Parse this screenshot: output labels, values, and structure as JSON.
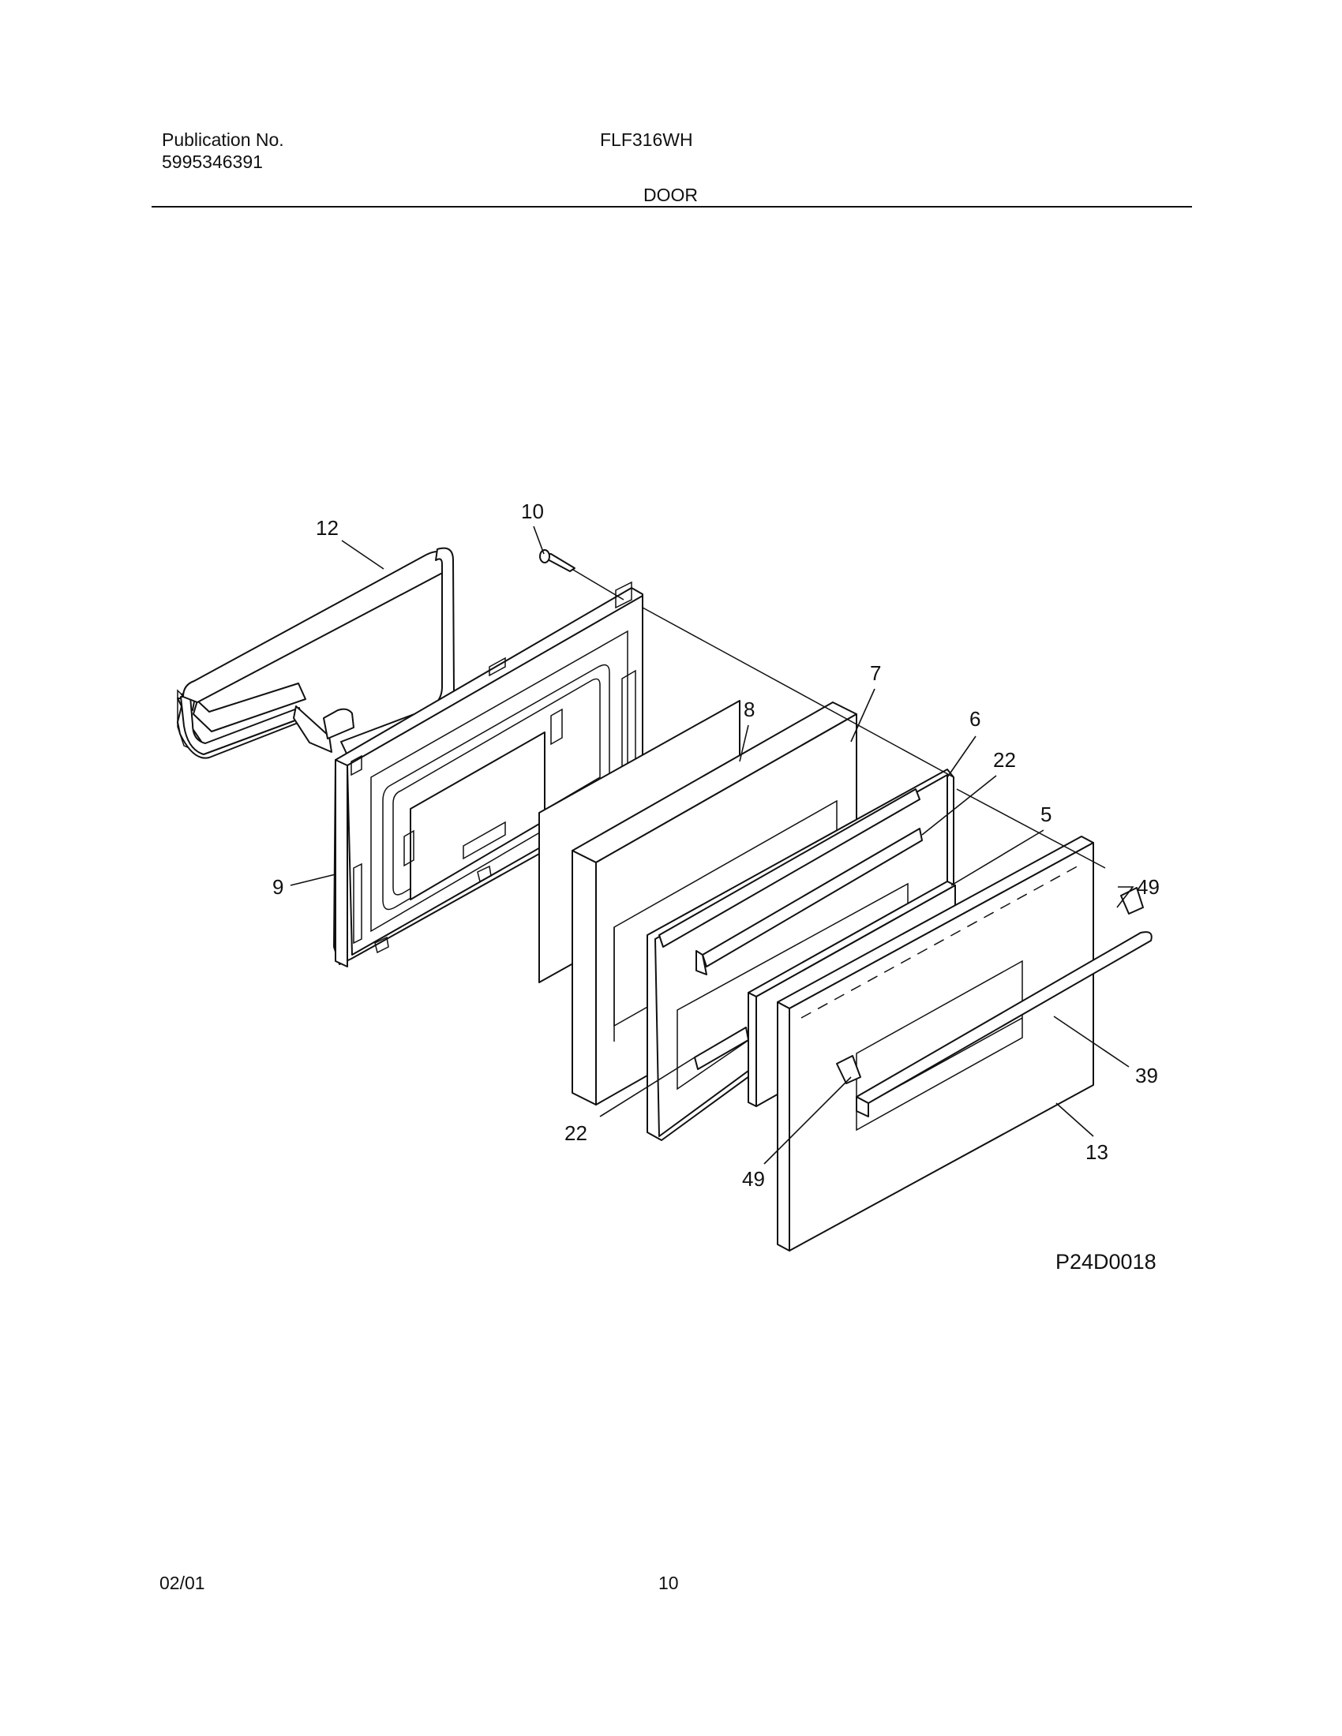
{
  "header": {
    "publication_label": "Publication No.",
    "publication_number": "5995346391",
    "model": "FLF316WH",
    "section_title": "DOOR"
  },
  "diagram": {
    "figure_id": "P24D0018",
    "callouts": {
      "c12": "12",
      "c10": "10",
      "c9": "9",
      "c8": "8",
      "c7": "7",
      "c6": "6",
      "c22_top": "22",
      "c5": "5",
      "c49_right": "49",
      "c39": "39",
      "c13": "13",
      "c22_bottom": "22",
      "c49_bottom": "49"
    }
  },
  "footer": {
    "date": "02/01",
    "page_number": "10"
  }
}
